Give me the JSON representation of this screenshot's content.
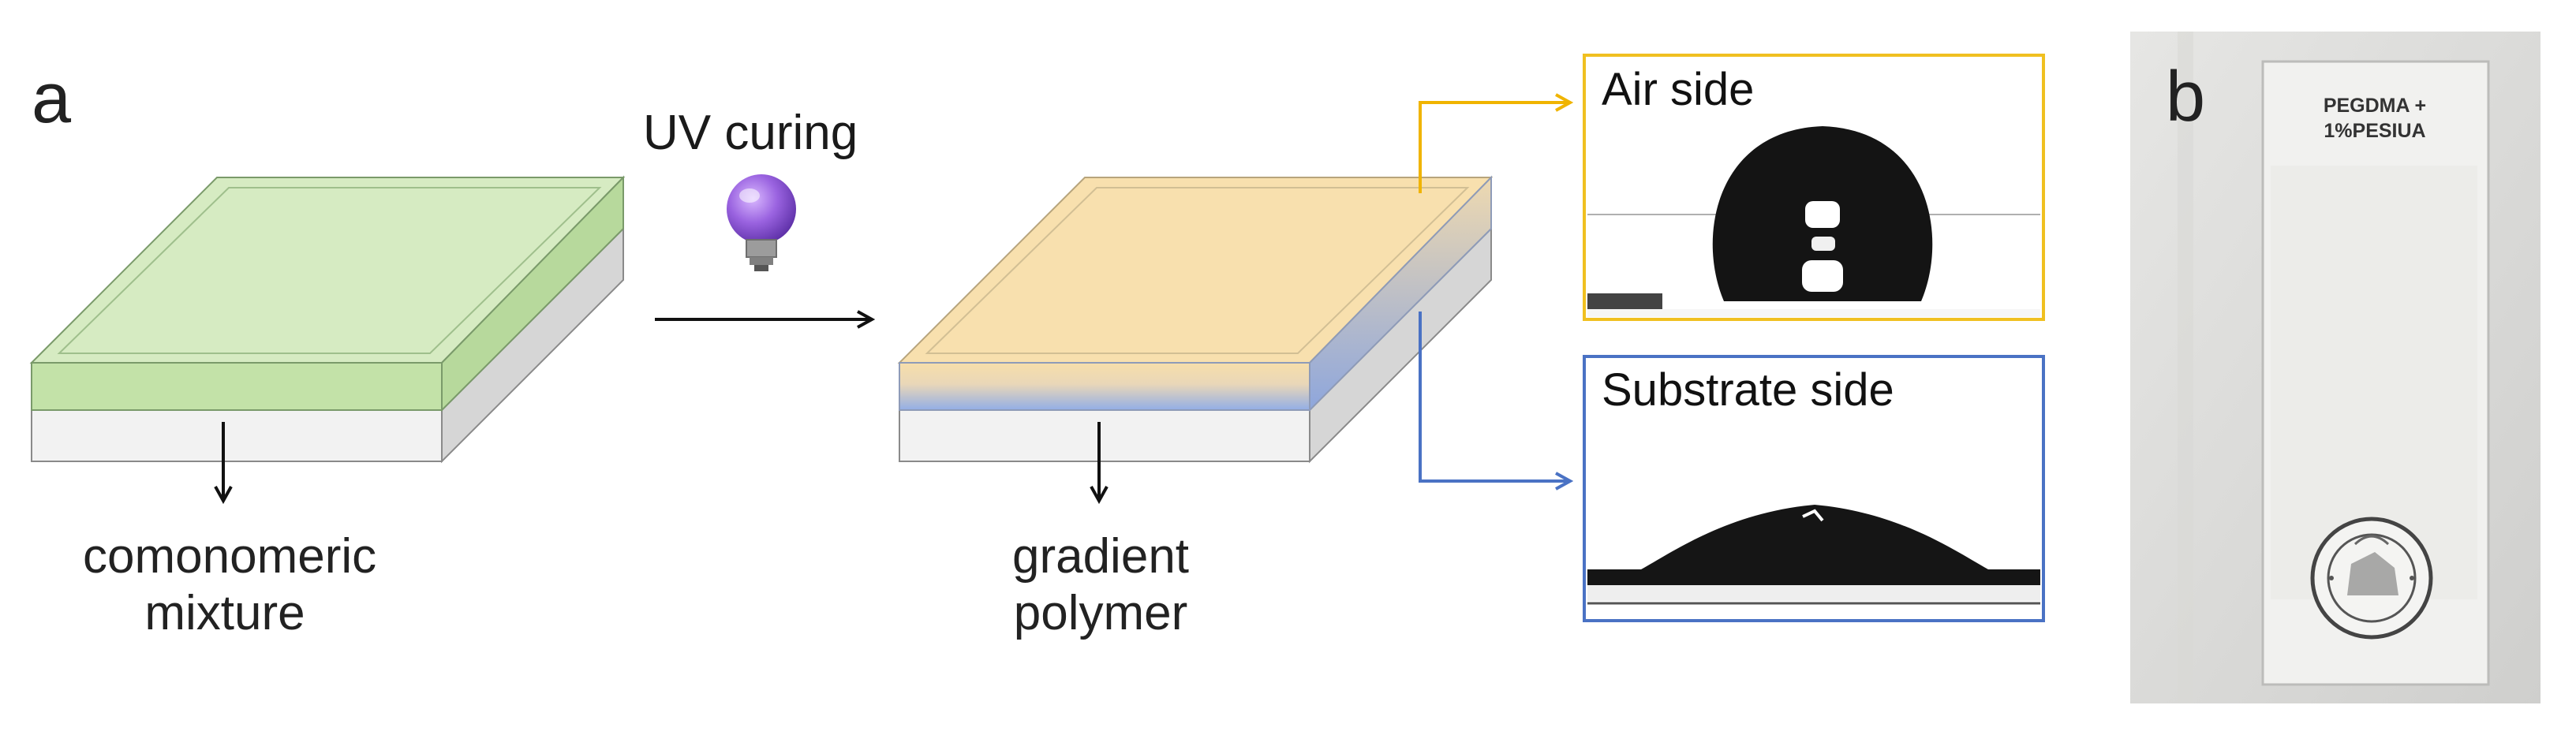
{
  "panel_a": {
    "letter": "a",
    "step_label": "UV curing",
    "left_caption_line1": "comonomeric",
    "left_caption_line2": "mixture",
    "right_caption_line1": "gradient",
    "right_caption_line2": "polymer",
    "air_box_title": "Air side",
    "substrate_box_title": "Substrate side",
    "colors": {
      "monomer_green": "#cfe6b8",
      "polymer_yellow": "#f8dfaa",
      "gradient_blue": "#9fb7e6",
      "air_box_border": "#f0c020",
      "substrate_box_border": "#4a72c4",
      "bulb_purple": "#8f5ad6"
    }
  },
  "panel_b": {
    "letter": "b",
    "sample_label_line1": "PEGDMA +",
    "sample_label_line2": "1%PESIUA"
  }
}
